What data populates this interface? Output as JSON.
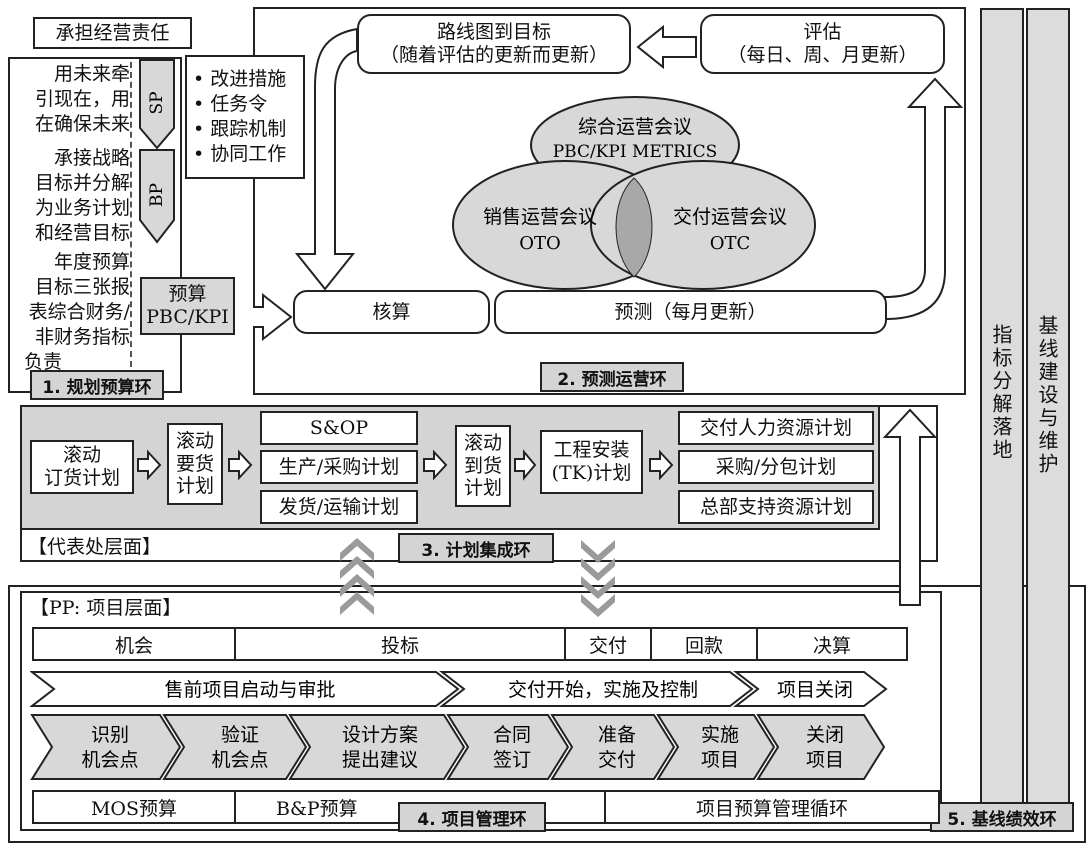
{
  "loop1": {
    "header": "承担经营责任",
    "sp_arrow": "SP",
    "bp_arrow": "BP",
    "text1": [
      "用未来牵",
      "引现在，用",
      "在确保未来"
    ],
    "text2": [
      "承接战略",
      "目标并分解",
      "为业务计划",
      "和经营目标"
    ],
    "text3": [
      "年度预算",
      "目标三张报",
      "表综合财务/",
      "非财务指标",
      "负责"
    ],
    "measures": [
      "• 改进措施",
      "• 任务令",
      "• 跟踪机制",
      "• 协同工作"
    ],
    "budget_box": [
      "预算",
      "PBC/KPI"
    ],
    "label": "1. 规划预算环"
  },
  "loop2": {
    "roadmap": [
      "路线图到目标",
      "（随着评估的更新而更新）"
    ],
    "evaluation": [
      "评估",
      "（每日、周、月更新）"
    ],
    "meeting_top": [
      "综合运营会议",
      "PBC/KPI METRICS"
    ],
    "meeting_left": [
      "销售运营会议",
      "OTO"
    ],
    "meeting_right": [
      "交付运营会议",
      "OTC"
    ],
    "accounting": "核算",
    "forecast": "预测（每月更新）",
    "label": "2. 预测运营环"
  },
  "loop3": {
    "rolling_order": [
      "滚动",
      "订货计划"
    ],
    "rolling_demand": [
      "滚动",
      "要货",
      "计划"
    ],
    "sop": "S&OP",
    "production": "生产/采购计划",
    "shipping": "发货/运输计划",
    "rolling_arrival": [
      "滚动",
      "到货",
      "计划"
    ],
    "engineering": [
      "工程安装",
      "(TK)计划"
    ],
    "hr_plan": "交付人力资源计划",
    "procurement": "采购/分包计划",
    "hq_plan": "总部支持资源计划",
    "level": "【代表处层面】",
    "label": "3. 计划集成环"
  },
  "loop4": {
    "level": "【PP: 项目层面】",
    "phases": [
      "机会",
      "投标",
      "交付",
      "回款",
      "决算"
    ],
    "stages": [
      "售前项目启动与审批",
      "交付开始，实施及控制",
      "项目关闭"
    ],
    "steps": [
      [
        "识别",
        "机会点"
      ],
      [
        "验证",
        "机会点"
      ],
      [
        "设计方案",
        "提出建议"
      ],
      [
        "合同",
        "签订"
      ],
      [
        "准备",
        "交付"
      ],
      [
        "实施",
        "项目"
      ],
      [
        "关闭",
        "项目"
      ]
    ],
    "budgets": [
      "MOS预算",
      "B&P预算",
      "项目预算管理循环"
    ],
    "label": "4. 项目管理环"
  },
  "loop5": {
    "col1": "指标分解落地",
    "col2": "基线建设与维护",
    "label": "5. 基线绩效环"
  },
  "colors": {
    "grey_fill": "#d4d4d4",
    "line": "#222222",
    "arrow_grey": "#9a9a9a"
  }
}
